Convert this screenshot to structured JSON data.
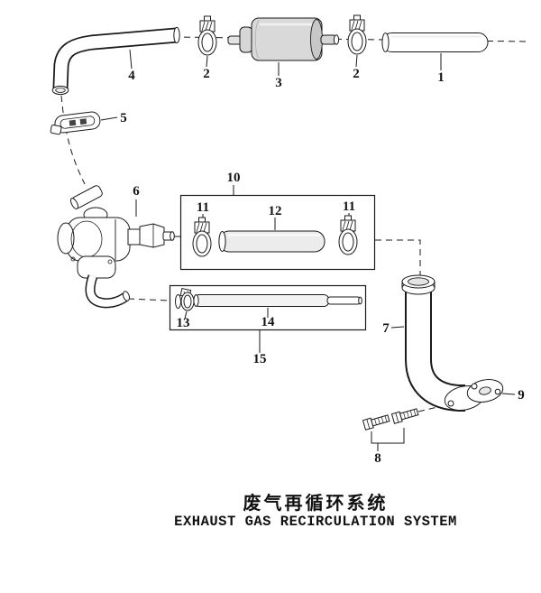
{
  "title": {
    "zh": "废气再循环系统",
    "en": "EXHAUST GAS RECIRCULATION SYSTEM"
  },
  "callouts": {
    "c1": "1",
    "c2a": "2",
    "c2b": "2",
    "c3": "3",
    "c4": "4",
    "c5": "5",
    "c6": "6",
    "c7": "7",
    "c8": "8",
    "c9": "9",
    "c10": "10",
    "c11a": "11",
    "c11b": "11",
    "c12": "12",
    "c13": "13",
    "c14": "14",
    "c15": "15"
  },
  "colors": {
    "line": "#1a1a1a",
    "background": "#ffffff",
    "metal_gray": "#d9d9d9",
    "hose_gray": "#ececec"
  }
}
